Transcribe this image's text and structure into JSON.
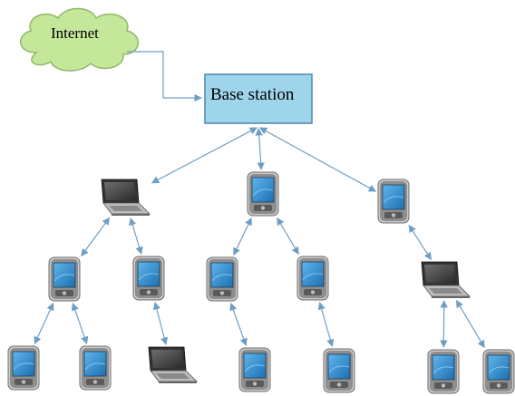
{
  "internet": {
    "label": "Internet",
    "fill": "#c4e79a",
    "stroke": "#8fb86a"
  },
  "base_station": {
    "label": "Base station",
    "fill": "#9fd5ea",
    "stroke": "#4a86b0"
  },
  "colors": {
    "link": "#6f9ec4",
    "screen": "#2f8fd0",
    "device_body": "#8e8e8e",
    "laptop_body": "#333333"
  },
  "nodes": [
    {
      "name": "laptop-node-1",
      "device": "laptop-icon"
    },
    {
      "name": "pda-node-2",
      "device": "pda-icon"
    },
    {
      "name": "pda-node-3",
      "device": "pda-icon"
    },
    {
      "name": "pda-node-4",
      "device": "pda-icon"
    },
    {
      "name": "pda-node-5",
      "device": "pda-icon"
    },
    {
      "name": "pda-node-6",
      "device": "pda-icon"
    },
    {
      "name": "pda-node-7",
      "device": "pda-icon"
    },
    {
      "name": "laptop-node-8",
      "device": "laptop-icon"
    },
    {
      "name": "pda-node-9",
      "device": "pda-icon"
    },
    {
      "name": "pda-node-10",
      "device": "pda-icon"
    },
    {
      "name": "laptop-node-11",
      "device": "laptop-icon"
    },
    {
      "name": "pda-node-12",
      "device": "pda-icon"
    },
    {
      "name": "pda-node-13",
      "device": "pda-icon"
    },
    {
      "name": "pda-node-14",
      "device": "pda-icon"
    },
    {
      "name": "pda-node-15",
      "device": "pda-icon"
    }
  ],
  "links": [
    [
      "base_station",
      "laptop-node-1"
    ],
    [
      "base_station",
      "pda-node-2"
    ],
    [
      "base_station",
      "pda-node-3"
    ],
    [
      "laptop-node-1",
      "pda-node-4"
    ],
    [
      "laptop-node-1",
      "pda-node-5"
    ],
    [
      "pda-node-2",
      "pda-node-6"
    ],
    [
      "pda-node-2",
      "pda-node-7"
    ],
    [
      "pda-node-3",
      "laptop-node-8"
    ],
    [
      "pda-node-4",
      "pda-node-9"
    ],
    [
      "pda-node-4",
      "pda-node-10"
    ],
    [
      "pda-node-5",
      "laptop-node-11"
    ],
    [
      "pda-node-6",
      "pda-node-12"
    ],
    [
      "pda-node-7",
      "pda-node-13"
    ],
    [
      "laptop-node-8",
      "pda-node-14"
    ],
    [
      "laptop-node-8",
      "pda-node-15"
    ]
  ]
}
